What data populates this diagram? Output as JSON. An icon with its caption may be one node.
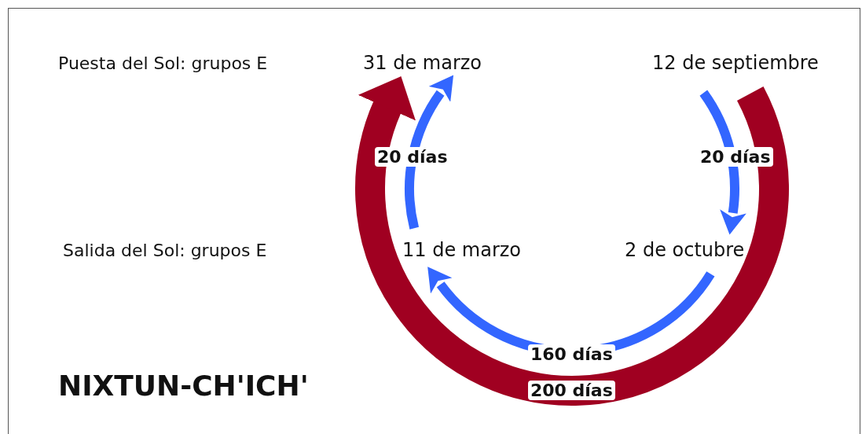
{
  "diagram": {
    "title": "NIXTUN-CH'ICH'",
    "nodes": [
      {
        "text": [
          "31 de marzo"
        ]
      },
      {
        "text": [
          "12 de septiembre"
        ]
      },
      {
        "text": [
          "11 de marzo"
        ]
      },
      {
        "text": [
          "2 de octubre"
        ]
      }
    ],
    "edges": [
      {
        "from": 2,
        "to": 0,
        "arrow": "to",
        "label": "20 días"
      },
      {
        "from": 1,
        "to": 3,
        "arrow": "to",
        "label": "20 días"
      },
      {
        "from": 3,
        "to": 2,
        "arrow": "to",
        "label": "160 días"
      },
      {
        "from": 1,
        "to": 0,
        "arrow": "to",
        "label": "200 días",
        "style": "thick",
        "color": "#a00021"
      }
    ],
    "labels": [
      "Puesta del Sol: grupos E",
      "Salida del Sol: grupos E"
    ]
  }
}
